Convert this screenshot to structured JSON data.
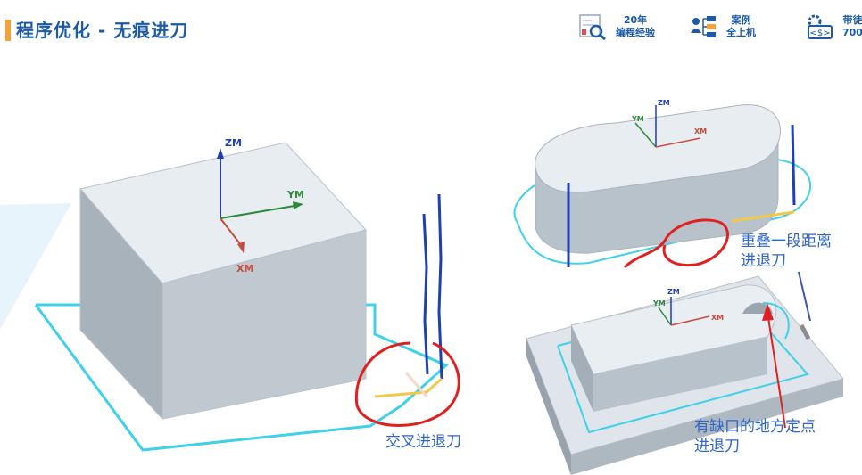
{
  "title": "程序优化 - 无痕进刀",
  "header_badges": [
    {
      "icon": "code-document-icon",
      "line1": "20年",
      "line2": "编程经验"
    },
    {
      "icon": "org-chart-icon",
      "line1": "案例",
      "line2": "全上机"
    },
    {
      "icon": "money-gear-icon",
      "line1": "带徒",
      "line2": "700"
    }
  ],
  "axes": {
    "zm": "ZM",
    "ym": "YM",
    "xm": "XM"
  },
  "annotations": {
    "cross": "交叉进退刀",
    "overlap_line1": "重叠一段距离",
    "overlap_line2": "进退刀",
    "notch_line1": "有缺口的地方定点",
    "notch_line2": "进退刀"
  },
  "colors": {
    "title": "#1b5aa6",
    "accent": "#f3a23c",
    "toolpath": "#3fd0ea",
    "tool_line": "#1f3fb5",
    "lead_in": "#f1c94a",
    "markup": "#e02020",
    "annotation_text": "#2e66c9"
  }
}
